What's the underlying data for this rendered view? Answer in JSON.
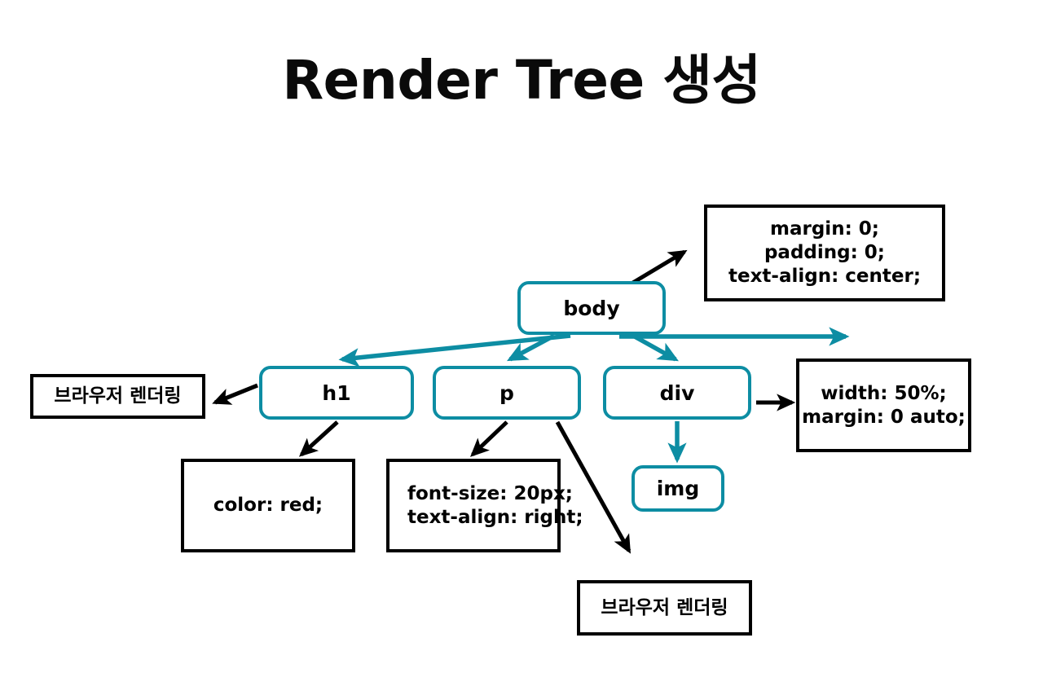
{
  "title": "Render Tree 생성",
  "colors": {
    "element_node_border": "#0d8da3",
    "style_box_border": "#000000",
    "text": "#000000",
    "background": "#ffffff",
    "teal_edge": "#0d8da3",
    "black_edge": "#000000"
  },
  "nodes": {
    "body": "body",
    "h1": "h1",
    "p": "p",
    "div": "div",
    "img": "img"
  },
  "boxes": {
    "body_style": {
      "lines": [
        "margin: 0;",
        "padding: 0;",
        "text-align: center;"
      ],
      "align": "center"
    },
    "div_style": {
      "lines": [
        "width: 50%;",
        "margin: 0 auto;"
      ],
      "align": "center"
    },
    "h1_style": {
      "lines": [
        "color: red;"
      ],
      "align": "center"
    },
    "p_style": {
      "lines": [
        "font-size: 20px;",
        "text-align: right;"
      ],
      "align": "left"
    },
    "render_left": {
      "lines": [
        "브라우저 렌더링"
      ],
      "align": "center"
    },
    "render_bottom": {
      "lines": [
        "브라우저 렌더링"
      ],
      "align": "center"
    }
  },
  "edges": [
    {
      "name": "body-to-body-style",
      "color": "black",
      "from": "body",
      "to": "body_style"
    },
    {
      "name": "body-to-h1",
      "color": "teal",
      "from": "body",
      "to": "h1"
    },
    {
      "name": "body-to-p",
      "color": "teal",
      "from": "body",
      "to": "p"
    },
    {
      "name": "body-to-div",
      "color": "teal",
      "from": "body",
      "to": "div"
    },
    {
      "name": "body-to-right",
      "color": "teal",
      "from": "body",
      "to": "right-edge"
    },
    {
      "name": "h1-to-render-left",
      "color": "black",
      "from": "h1",
      "to": "render_left"
    },
    {
      "name": "h1-to-h1-style",
      "color": "black",
      "from": "h1",
      "to": "h1_style"
    },
    {
      "name": "p-to-p-style",
      "color": "black",
      "from": "p",
      "to": "p_style"
    },
    {
      "name": "p-to-render-bottom",
      "color": "black",
      "from": "p",
      "to": "render_bottom"
    },
    {
      "name": "div-to-div-style",
      "color": "black",
      "from": "div",
      "to": "div_style"
    },
    {
      "name": "div-to-img",
      "color": "teal",
      "from": "div",
      "to": "img"
    }
  ]
}
